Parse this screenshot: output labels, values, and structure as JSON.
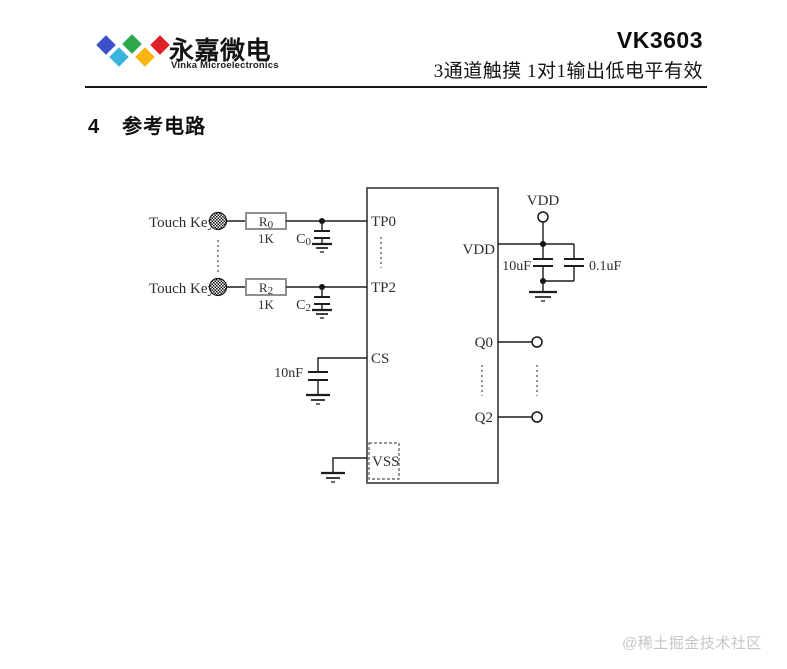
{
  "header": {
    "brand_cn": "永嘉微电",
    "brand_en": "Vinka Microelectronics",
    "part_number": "VK3603",
    "subtitle": "3通道触摸 1对1输出低电平有效"
  },
  "section": {
    "number": "4",
    "title": "参考电路"
  },
  "circuit": {
    "touch_key_label": "Touch Key",
    "r0": {
      "name": "R",
      "sub": "0",
      "value": "1K"
    },
    "r2": {
      "name": "R",
      "sub": "2",
      "value": "1K"
    },
    "c0": {
      "name": "C",
      "sub": "0"
    },
    "c2": {
      "name": "C",
      "sub": "2"
    },
    "cs_cap_value": "10nF",
    "vdd_cap1_value": "10uF",
    "vdd_cap2_value": "0.1uF",
    "vdd_terminal_label": "VDD",
    "pins": {
      "tp0": "TP0",
      "tp2": "TP2",
      "cs": "CS",
      "vss": "VSS",
      "vdd": "VDD",
      "q0": "Q0",
      "q2": "Q2"
    }
  },
  "watermark": "@稀土掘金技术社区",
  "colors": {
    "logo_blue": "#3c50cc",
    "logo_cyan": "#38b4dd",
    "logo_green": "#2fa84c",
    "logo_yellow": "#f6b511",
    "logo_red": "#e02127"
  }
}
